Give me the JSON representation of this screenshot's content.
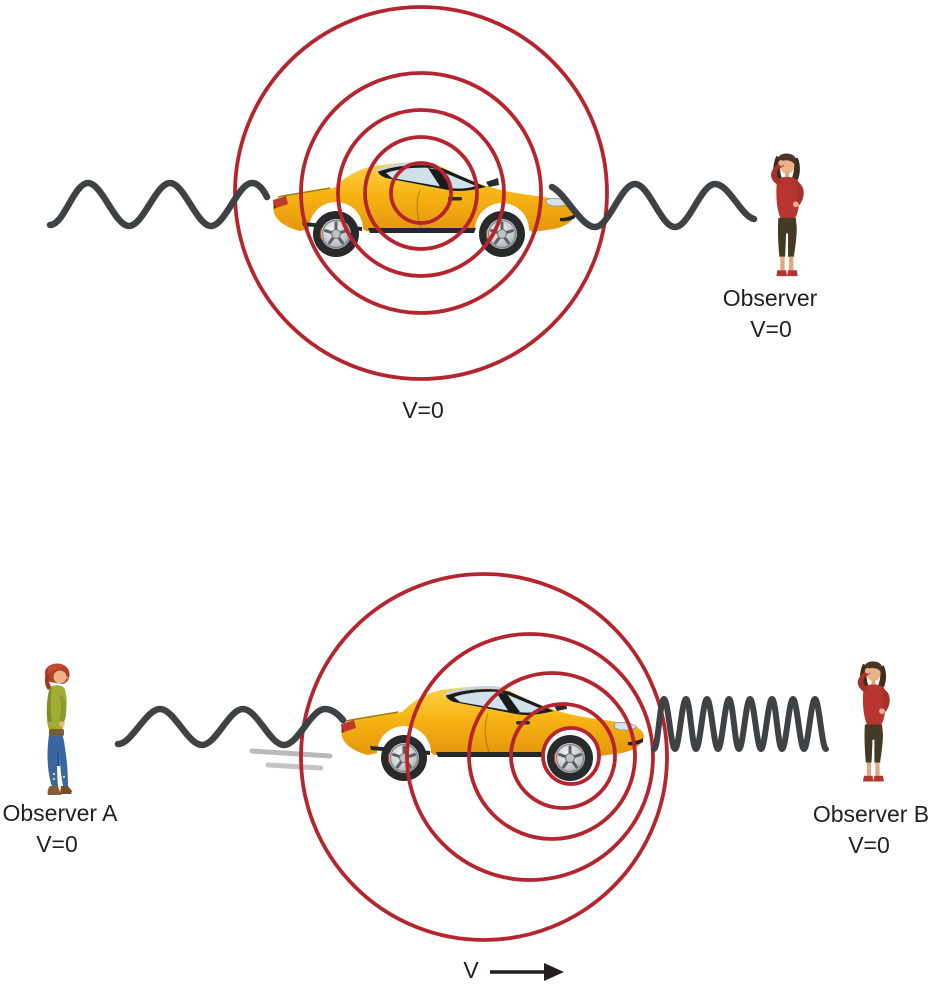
{
  "top_panel": {
    "source_velocity": "V=0",
    "observer_label": "Observer",
    "observer_velocity": "V=0"
  },
  "bottom_panel": {
    "observer_a_label": "Observer A",
    "observer_a_velocity": "V=0",
    "observer_b_label": "Observer B",
    "observer_b_velocity": "V=0",
    "car_velocity_label": "V"
  },
  "colors": {
    "wavefront_red": "#b5252f",
    "sound_wave_gray": "#3f4244",
    "car_yellow": "#f6b514",
    "speed_line_gray": "#b9b9b9",
    "text": "#231f20"
  }
}
